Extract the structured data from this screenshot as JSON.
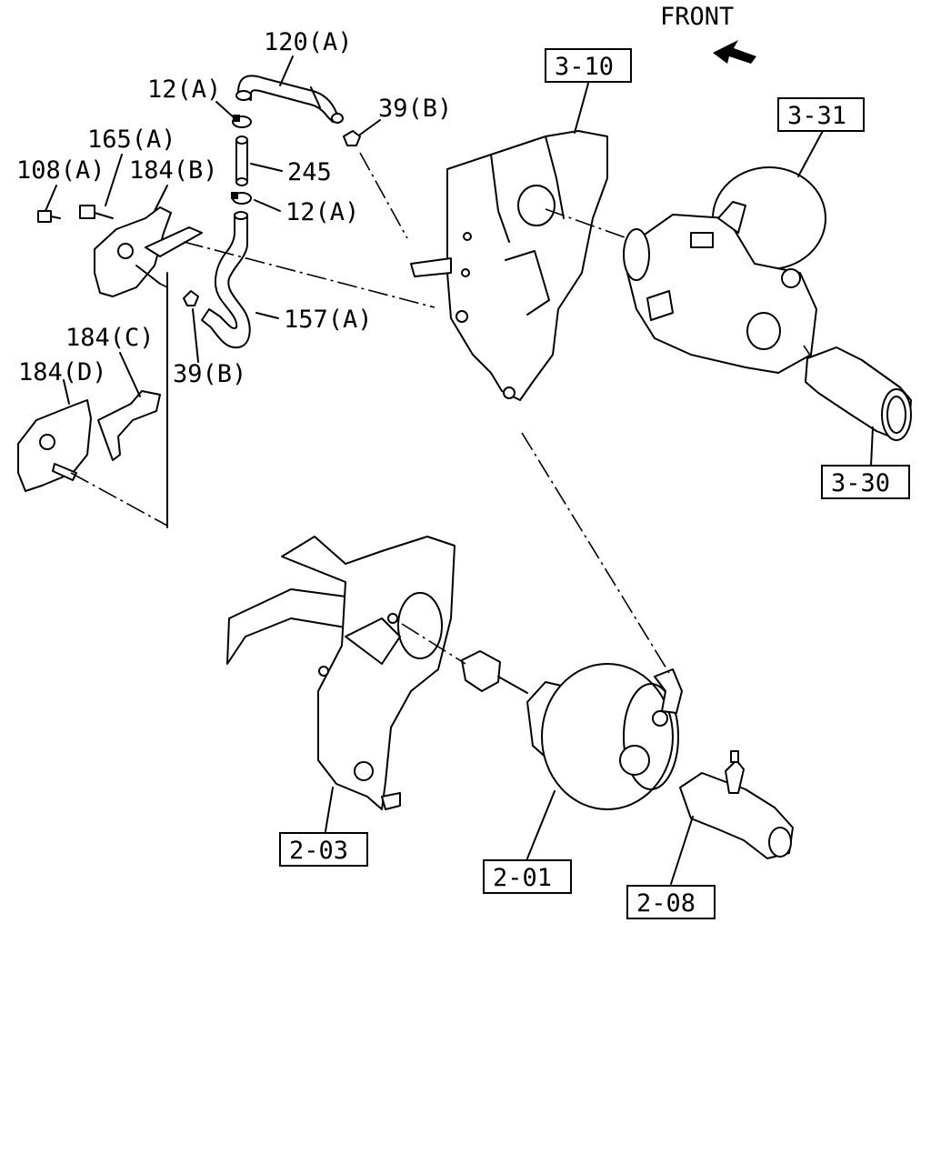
{
  "direction": {
    "label": "FRONT",
    "icon": "front-arrow-icon"
  },
  "part_labels": {
    "p120a": "120(A)",
    "p12a_top": "12(A)",
    "p39b_top": "39(B)",
    "p165a": "165(A)",
    "p108a": "108(A)",
    "p184b": "184(B)",
    "p245": "245",
    "p12a_mid": "12(A)",
    "p157a": "157(A)",
    "p184c": "184(C)",
    "p184d": "184(D)",
    "p39b_bottom": "39(B)"
  },
  "section_refs": {
    "r310": "3-10",
    "r331": "3-31",
    "r330": "3-30",
    "r203": "2-03",
    "r201": "2-01",
    "r208": "2-08"
  }
}
